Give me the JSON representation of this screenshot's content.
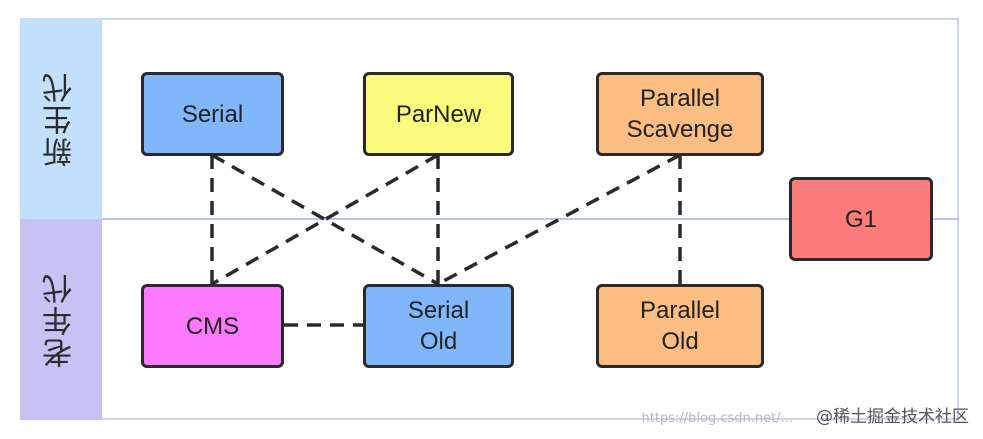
{
  "bands": {
    "young": {
      "label": "新生代",
      "color": "#c2e0fb"
    },
    "old": {
      "label": "老年代",
      "color": "#c7c1f4"
    }
  },
  "nodes": {
    "serial": {
      "label": "Serial",
      "color": "#80b7fb"
    },
    "parnew": {
      "label": "ParNew",
      "color": "#fbfb7e"
    },
    "parallel_scavenge": {
      "label": "Parallel\nScavenge",
      "color": "#fbbd82"
    },
    "g1": {
      "label": "G1",
      "color": "#fb7c7b"
    },
    "cms": {
      "label": "CMS",
      "color": "#fb79fb"
    },
    "serial_old": {
      "label": "Serial\nOld",
      "color": "#80b7fb"
    },
    "parallel_old": {
      "label": "Parallel\nOld",
      "color": "#fbbd82"
    }
  },
  "connections": [
    {
      "from": "Serial",
      "to": "CMS"
    },
    {
      "from": "Serial",
      "to": "Serial Old"
    },
    {
      "from": "ParNew",
      "to": "CMS"
    },
    {
      "from": "ParNew",
      "to": "Serial Old"
    },
    {
      "from": "Parallel Scavenge",
      "to": "Serial Old"
    },
    {
      "from": "Parallel Scavenge",
      "to": "Parallel Old"
    },
    {
      "from": "CMS",
      "to": "Serial Old"
    }
  ],
  "watermark": {
    "text": "@稀土掘金技术社区",
    "url": "https://blog.csdn.net/..."
  }
}
